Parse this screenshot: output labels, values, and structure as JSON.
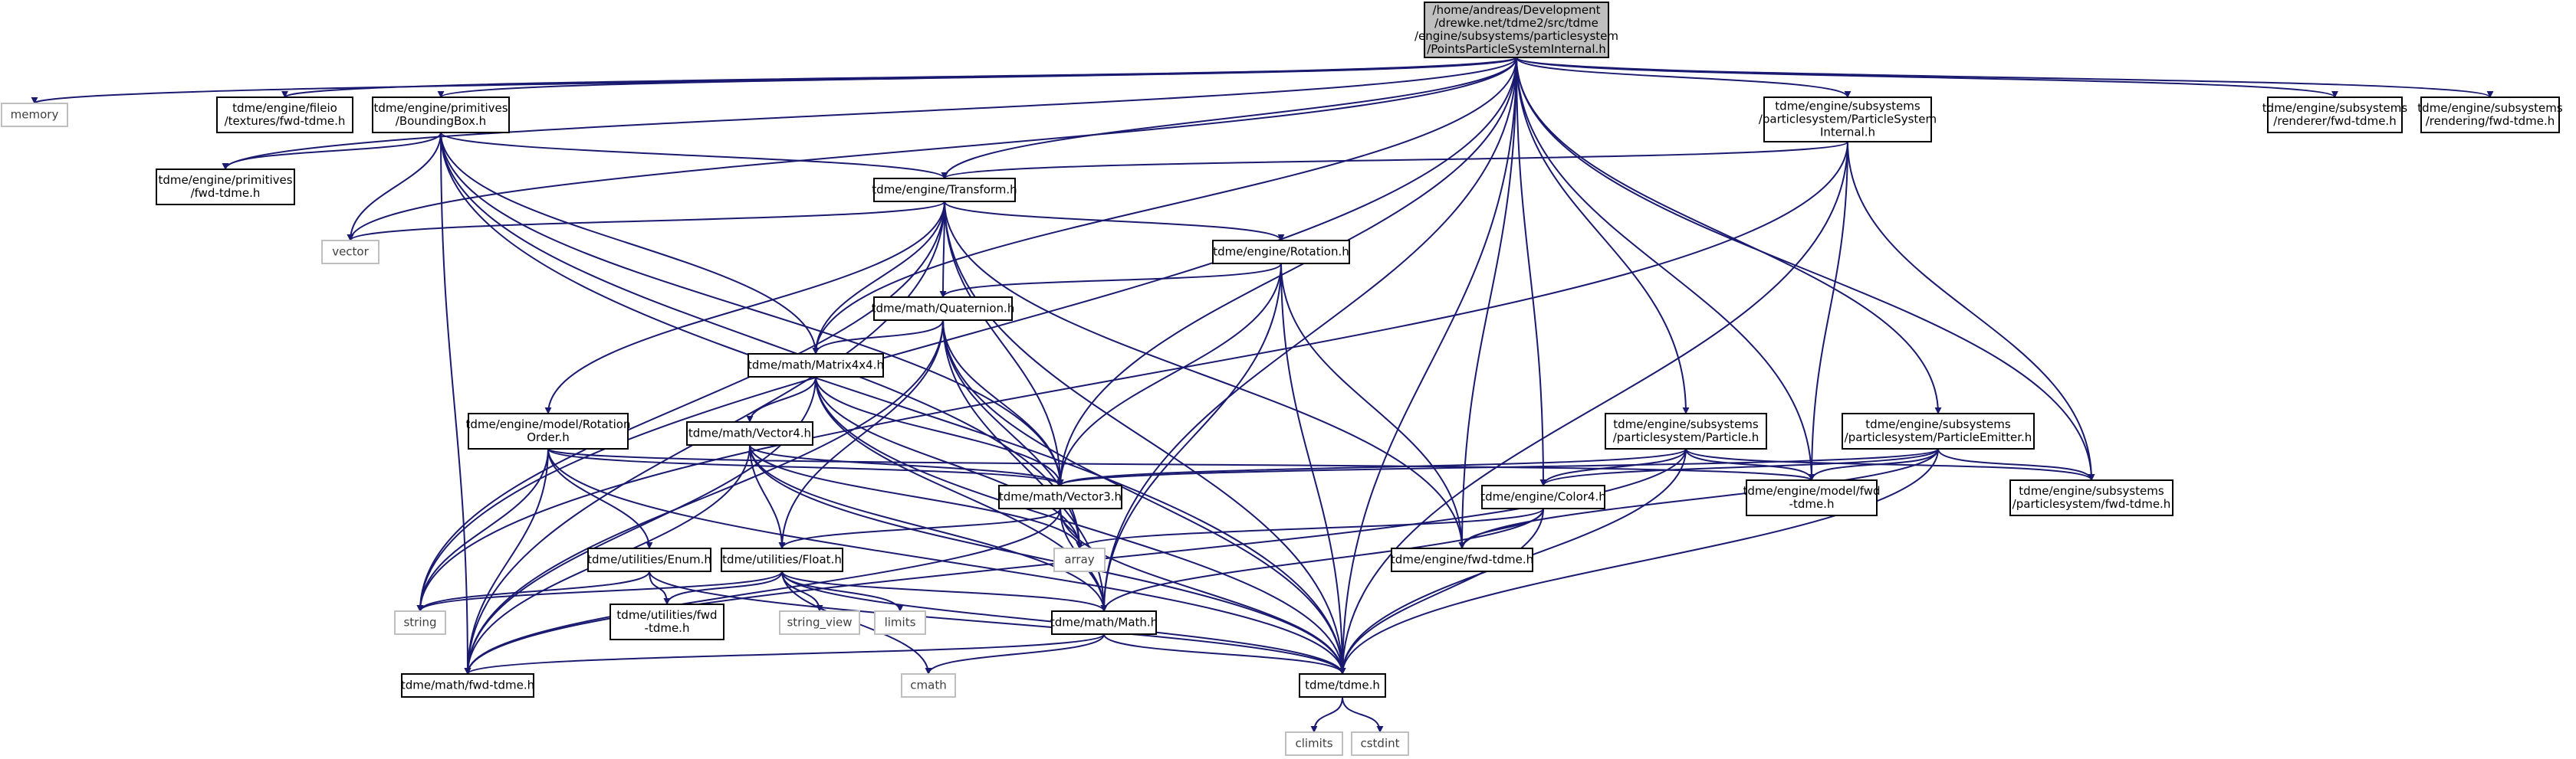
{
  "nodes": [
    {
      "id": "root",
      "lines": [
        "/home/andreas/Development",
        "/drewke.net/tdme2/src/tdme",
        "/engine/subsystems/particlesystem",
        "/PointsParticleSystemInternal.h"
      ],
      "kind": "root"
    },
    {
      "id": "memory",
      "lines": [
        "memory"
      ],
      "kind": "system"
    },
    {
      "id": "fileio",
      "lines": [
        "tdme/engine/fileio",
        "/textures/fwd-tdme.h"
      ],
      "kind": "header"
    },
    {
      "id": "bbox",
      "lines": [
        "tdme/engine/primitives",
        "/BoundingBox.h"
      ],
      "kind": "header"
    },
    {
      "id": "psinternal",
      "lines": [
        "tdme/engine/subsystems",
        "/particlesystem/ParticleSystem",
        "Internal.h"
      ],
      "kind": "header"
    },
    {
      "id": "rendererfwd",
      "lines": [
        "tdme/engine/subsystems",
        "/renderer/fwd-tdme.h"
      ],
      "kind": "header"
    },
    {
      "id": "renderingfwd",
      "lines": [
        "tdme/engine/subsystems",
        "/rendering/fwd-tdme.h"
      ],
      "kind": "header"
    },
    {
      "id": "primfwd",
      "lines": [
        "tdme/engine/primitives",
        "/fwd-tdme.h"
      ],
      "kind": "header"
    },
    {
      "id": "transform",
      "lines": [
        "tdme/engine/Transform.h"
      ],
      "kind": "header"
    },
    {
      "id": "vector",
      "lines": [
        "vector"
      ],
      "kind": "system"
    },
    {
      "id": "rotation",
      "lines": [
        "tdme/engine/Rotation.h"
      ],
      "kind": "header"
    },
    {
      "id": "quaternion",
      "lines": [
        "tdme/math/Quaternion.h"
      ],
      "kind": "header"
    },
    {
      "id": "matrix",
      "lines": [
        "tdme/math/Matrix4x4.h"
      ],
      "kind": "header"
    },
    {
      "id": "rotorder",
      "lines": [
        "tdme/engine/model/Rotation",
        "Order.h"
      ],
      "kind": "header"
    },
    {
      "id": "vector4",
      "lines": [
        "tdme/math/Vector4.h"
      ],
      "kind": "header"
    },
    {
      "id": "particle",
      "lines": [
        "tdme/engine/subsystems",
        "/particlesystem/Particle.h"
      ],
      "kind": "header"
    },
    {
      "id": "emitter",
      "lines": [
        "tdme/engine/subsystems",
        "/particlesystem/ParticleEmitter.h"
      ],
      "kind": "header"
    },
    {
      "id": "vector3",
      "lines": [
        "tdme/math/Vector3.h"
      ],
      "kind": "header"
    },
    {
      "id": "color4",
      "lines": [
        "tdme/engine/Color4.h"
      ],
      "kind": "header"
    },
    {
      "id": "modelfwd",
      "lines": [
        "tdme/engine/model/fwd",
        "-tdme.h"
      ],
      "kind": "header"
    },
    {
      "id": "psfwd",
      "lines": [
        "tdme/engine/subsystems",
        "/particlesystem/fwd-tdme.h"
      ],
      "kind": "header"
    },
    {
      "id": "array",
      "lines": [
        "array"
      ],
      "kind": "system"
    },
    {
      "id": "enginefwd",
      "lines": [
        "tdme/engine/fwd-tdme.h"
      ],
      "kind": "header"
    },
    {
      "id": "enum",
      "lines": [
        "tdme/utilities/Enum.h"
      ],
      "kind": "header"
    },
    {
      "id": "float",
      "lines": [
        "tdme/utilities/Float.h"
      ],
      "kind": "header"
    },
    {
      "id": "string",
      "lines": [
        "string"
      ],
      "kind": "system"
    },
    {
      "id": "utilfwd",
      "lines": [
        "tdme/utilities/fwd",
        "-tdme.h"
      ],
      "kind": "header"
    },
    {
      "id": "string_view",
      "lines": [
        "string_view"
      ],
      "kind": "system"
    },
    {
      "id": "limits",
      "lines": [
        "limits"
      ],
      "kind": "system"
    },
    {
      "id": "mathh",
      "lines": [
        "tdme/math/Math.h"
      ],
      "kind": "header"
    },
    {
      "id": "mathfwd",
      "lines": [
        "tdme/math/fwd-tdme.h"
      ],
      "kind": "header"
    },
    {
      "id": "cmath",
      "lines": [
        "cmath"
      ],
      "kind": "system"
    },
    {
      "id": "tdmeh",
      "lines": [
        "tdme/tdme.h"
      ],
      "kind": "header"
    },
    {
      "id": "climits",
      "lines": [
        "climits"
      ],
      "kind": "system"
    },
    {
      "id": "cstdint",
      "lines": [
        "cstdint"
      ],
      "kind": "system"
    }
  ],
  "edges": [
    [
      "root",
      "memory"
    ],
    [
      "root",
      "fileio"
    ],
    [
      "root",
      "bbox"
    ],
    [
      "root",
      "psinternal"
    ],
    [
      "root",
      "rendererfwd"
    ],
    [
      "root",
      "renderingfwd"
    ],
    [
      "root",
      "primfwd"
    ],
    [
      "root",
      "transform"
    ],
    [
      "root",
      "vector"
    ],
    [
      "root",
      "string"
    ],
    [
      "root",
      "matrix"
    ],
    [
      "root",
      "vector3"
    ],
    [
      "root",
      "mathh"
    ],
    [
      "root",
      "enginefwd"
    ],
    [
      "root",
      "color4"
    ],
    [
      "root",
      "particle"
    ],
    [
      "root",
      "modelfwd"
    ],
    [
      "root",
      "emitter"
    ],
    [
      "root",
      "psfwd"
    ],
    [
      "root",
      "tdmeh"
    ],
    [
      "bbox",
      "primfwd"
    ],
    [
      "bbox",
      "transform"
    ],
    [
      "bbox",
      "vector"
    ],
    [
      "bbox",
      "matrix"
    ],
    [
      "bbox",
      "vector3"
    ],
    [
      "bbox",
      "array"
    ],
    [
      "bbox",
      "mathfwd"
    ],
    [
      "bbox",
      "tdmeh"
    ],
    [
      "psinternal",
      "transform"
    ],
    [
      "psinternal",
      "string"
    ],
    [
      "psinternal",
      "modelfwd"
    ],
    [
      "psinternal",
      "psfwd"
    ],
    [
      "psinternal",
      "tdmeh"
    ],
    [
      "transform",
      "vector"
    ],
    [
      "transform",
      "rotation"
    ],
    [
      "transform",
      "quaternion"
    ],
    [
      "transform",
      "matrix"
    ],
    [
      "transform",
      "vector3"
    ],
    [
      "transform",
      "rotorder"
    ],
    [
      "transform",
      "enginefwd"
    ],
    [
      "transform",
      "mathfwd"
    ],
    [
      "transform",
      "string"
    ],
    [
      "transform",
      "tdmeh"
    ],
    [
      "rotation",
      "quaternion"
    ],
    [
      "rotation",
      "vector3"
    ],
    [
      "rotation",
      "mathh"
    ],
    [
      "rotation",
      "enginefwd"
    ],
    [
      "rotation",
      "tdmeh"
    ],
    [
      "quaternion",
      "matrix"
    ],
    [
      "quaternion",
      "vector3"
    ],
    [
      "quaternion",
      "array"
    ],
    [
      "quaternion",
      "float"
    ],
    [
      "quaternion",
      "mathh"
    ],
    [
      "quaternion",
      "mathfwd"
    ],
    [
      "quaternion",
      "tdmeh"
    ],
    [
      "matrix",
      "vector3"
    ],
    [
      "matrix",
      "vector4"
    ],
    [
      "matrix",
      "array"
    ],
    [
      "matrix",
      "mathh"
    ],
    [
      "matrix",
      "mathfwd"
    ],
    [
      "matrix",
      "tdmeh"
    ],
    [
      "rotorder",
      "vector3"
    ],
    [
      "rotorder",
      "enum"
    ],
    [
      "rotorder",
      "string"
    ],
    [
      "rotorder",
      "modelfwd"
    ],
    [
      "rotorder",
      "mathfwd"
    ],
    [
      "rotorder",
      "tdmeh"
    ],
    [
      "vector4",
      "vector3"
    ],
    [
      "vector4",
      "array"
    ],
    [
      "vector4",
      "float"
    ],
    [
      "vector4",
      "mathh"
    ],
    [
      "vector4",
      "mathfwd"
    ],
    [
      "vector4",
      "tdmeh"
    ],
    [
      "particle",
      "vector3"
    ],
    [
      "particle",
      "color4"
    ],
    [
      "particle",
      "modelfwd"
    ],
    [
      "particle",
      "psfwd"
    ],
    [
      "particle",
      "mathfwd"
    ],
    [
      "particle",
      "tdmeh"
    ],
    [
      "emitter",
      "vector3"
    ],
    [
      "emitter",
      "color4"
    ],
    [
      "emitter",
      "modelfwd"
    ],
    [
      "emitter",
      "enginefwd"
    ],
    [
      "emitter",
      "psfwd"
    ],
    [
      "emitter",
      "tdmeh"
    ],
    [
      "vector3",
      "array"
    ],
    [
      "vector3",
      "float"
    ],
    [
      "vector3",
      "mathh"
    ],
    [
      "vector3",
      "mathfwd"
    ],
    [
      "vector3",
      "tdmeh"
    ],
    [
      "color4",
      "array"
    ],
    [
      "color4",
      "enginefwd"
    ],
    [
      "color4",
      "mathh"
    ],
    [
      "color4",
      "tdmeh"
    ],
    [
      "enum",
      "string"
    ],
    [
      "enum",
      "utilfwd"
    ],
    [
      "enum",
      "tdmeh"
    ],
    [
      "float",
      "string"
    ],
    [
      "float",
      "utilfwd"
    ],
    [
      "float",
      "string_view"
    ],
    [
      "float",
      "limits"
    ],
    [
      "float",
      "mathh"
    ],
    [
      "float",
      "cmath"
    ],
    [
      "float",
      "tdmeh"
    ],
    [
      "mathh",
      "cmath"
    ],
    [
      "mathh",
      "mathfwd"
    ],
    [
      "mathh",
      "tdmeh"
    ],
    [
      "tdmeh",
      "climits"
    ],
    [
      "tdmeh",
      "cstdint"
    ]
  ]
}
